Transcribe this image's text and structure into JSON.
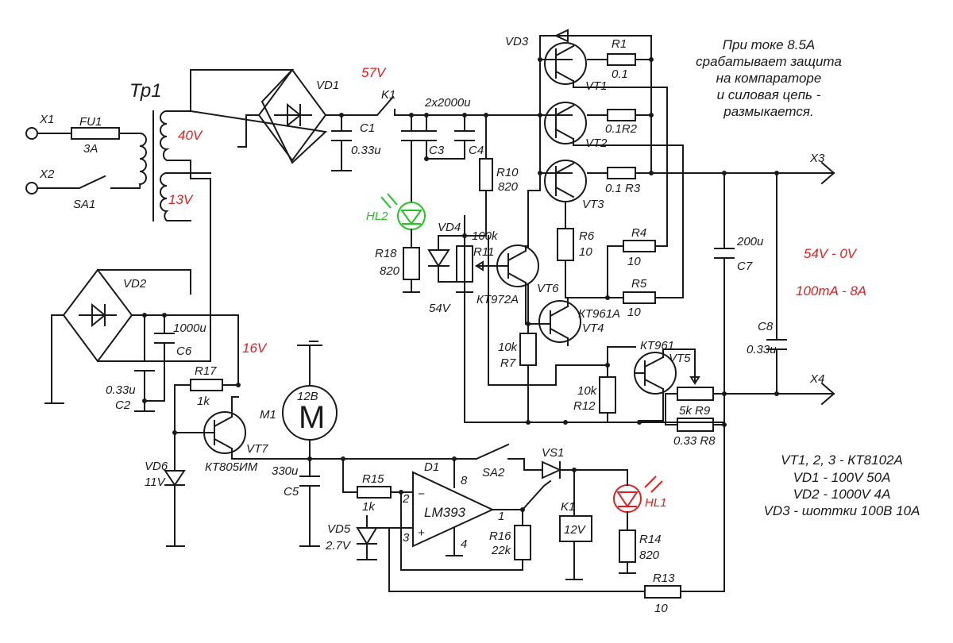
{
  "labels": {
    "X1": "X1",
    "X2": "X2",
    "FU1": "FU1",
    "FU1v": "3A",
    "SA1": "SA1",
    "Tp1": "Тр1",
    "v40": "40V",
    "v13": "13V",
    "VD1": "VD1",
    "v57": "57V",
    "K1": "K1",
    "C1": "C1",
    "C1v": "0.33u",
    "C34": "2x2000u",
    "C3": "C3",
    "C4": "C4",
    "VD3": "VD3",
    "R1": "R1",
    "R1v": "0.1",
    "VT1": "VT1",
    "R2": "0.1R2",
    "VT2": "VT2",
    "R3": "0.1 R3",
    "VT3": "VT3",
    "X3": "X3",
    "X4": "X4",
    "R10": "R10",
    "R10v": "820",
    "HL2": "HL2",
    "VD4": "VD4",
    "R11v": "100k",
    "R11": "R11",
    "R18": "R18",
    "R18v": "820",
    "v54": "54V",
    "VT6": "VT6",
    "KT972": "КТ972А",
    "R6": "R6",
    "R6v": "10",
    "R4": "R4",
    "R4v": "10",
    "R5": "R5",
    "R5v": "10",
    "KT961a": "КТ961А",
    "VT4": "VT4",
    "R7v": "10k",
    "R7": "R7",
    "R12v": "10k",
    "R12": "R12",
    "KT961": "КТ961",
    "VT5": "VT5",
    "R9": "5k R9",
    "R8": "0.33 R8",
    "C7v": "200u",
    "C7": "C7",
    "C8": "C8",
    "C8v": "0.33u",
    "out1": "54V - 0V",
    "out2": "100mA - 8A",
    "VD2": "VD2",
    "C6v": "1000u",
    "C6": "C6",
    "C2v": "0.33u",
    "C2": "C2",
    "v16": "16V",
    "R17": "R17",
    "R17v": "1k",
    "VT7": "VT7",
    "KT805": "КТ805ИМ",
    "VD6": "VD6",
    "VD6v": "11V",
    "M1": "M1",
    "M12": "12B",
    "Mletter": "M",
    "C5v": "330u",
    "C5": "C5",
    "R15": "R15",
    "R15v": "1k",
    "D1": "D1",
    "LM393": "LM393",
    "SA2": "SA2",
    "VS1": "VS1",
    "HL1": "HL1",
    "K1b": "K1",
    "K1v": "12V",
    "R14": "R14",
    "R14v": "820",
    "R16": "R16",
    "R16v": "22k",
    "VD5": "VD5",
    "VD5v": "2.7V",
    "R13": "R13",
    "R13v": "10",
    "p8": "8",
    "p2": "2",
    "p1": "1",
    "p3": "3",
    "p4": "4",
    "minus": "−",
    "plus": "+"
  },
  "note": [
    "При токе 8.5А",
    "срабатывает защита",
    "на компараторе",
    "и силовая цепь -",
    "размыкается."
  ],
  "legend": [
    "VT1, 2, 3 - КТ8102А",
    "VD1 - 100V 50A",
    "VD2 - 1000V 4A",
    "VD3 - шоттки 100В 10А"
  ],
  "colors": {
    "red": "#e02020",
    "green": "#22c322",
    "ink": "#1a1a1a"
  }
}
